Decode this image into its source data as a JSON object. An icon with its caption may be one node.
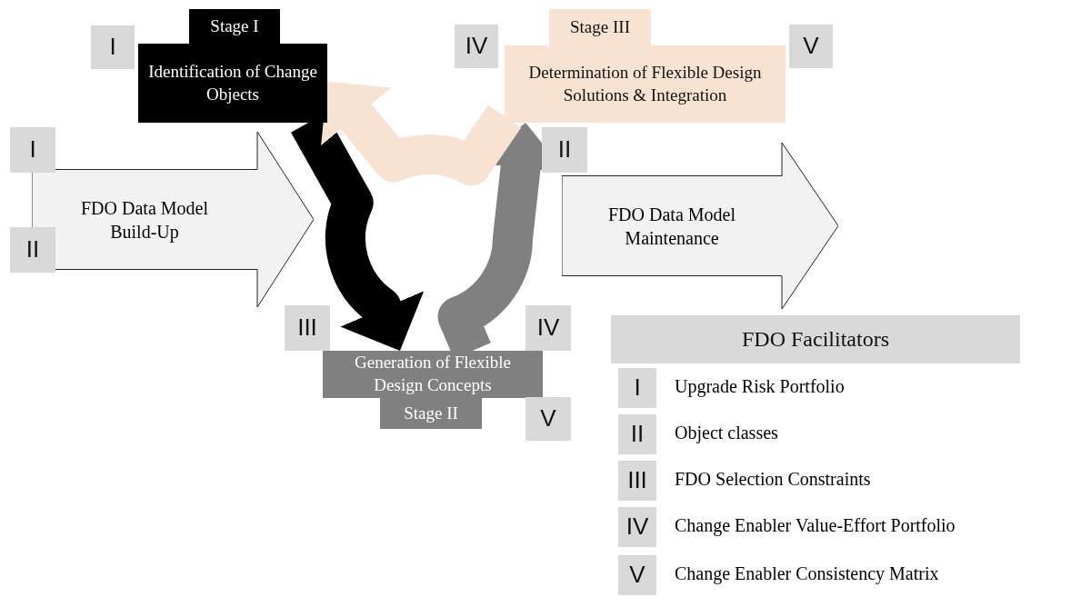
{
  "diagram": {
    "nodes": [
      {
        "text": [
          "Stage I"
        ]
      },
      {
        "text": [
          "I"
        ]
      },
      {
        "text": [
          "Identification of Change Objects"
        ]
      },
      {
        "text": [
          "IV"
        ]
      },
      {
        "text": [
          "Stage III"
        ]
      },
      {
        "text": [
          "V"
        ]
      },
      {
        "text": [
          "Determination of Flexible Design Solutions & Integration"
        ]
      },
      {
        "text": [
          "I"
        ]
      },
      {
        "text": [
          "FDO Data Model Build-Up"
        ]
      },
      {
        "text": [
          "II"
        ]
      },
      {
        "text": [
          "II"
        ]
      },
      {
        "text": [
          "FDO Data Model Maintenance"
        ]
      },
      {
        "text": [
          "III"
        ]
      },
      {
        "text": [
          "IV"
        ]
      },
      {
        "text": [
          "Generation of Flexible Design Concepts"
        ]
      },
      {
        "text": [
          "V"
        ]
      },
      {
        "text": [
          "Stage II"
        ]
      },
      {
        "text": [
          "FDO Facilitators"
        ]
      },
      {
        "text": [
          "I"
        ],
        "beside": [
          "Upgrade Risk Portfolio"
        ]
      },
      {
        "text": [
          "II"
        ],
        "beside": [
          "Object classes"
        ]
      },
      {
        "text": [
          "III"
        ],
        "beside": [
          "FDO Selection Constraints"
        ]
      },
      {
        "text": [
          "IV"
        ],
        "beside": [
          "Change Enabler Value-Effort Portfolio"
        ]
      },
      {
        "text": [
          "V"
        ],
        "beside": [
          "Change Enabler Consistency Matrix"
        ]
      }
    ],
    "edges": [
      {
        "from": 2,
        "to": 14,
        "arrow": "to",
        "color": "#000000"
      },
      {
        "from": 14,
        "to": 6,
        "arrow": "to",
        "color": "#808080"
      },
      {
        "from": 6,
        "to": 2,
        "arrow": "to",
        "color": "#f8e3d3"
      }
    ]
  }
}
